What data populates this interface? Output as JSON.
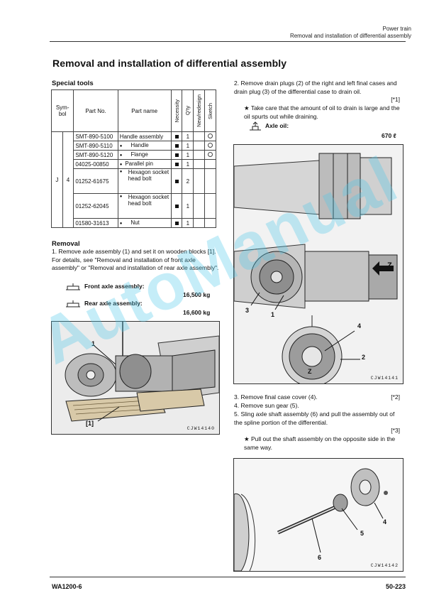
{
  "header": {
    "line1": "Power train",
    "line2": "Removal and installation of differential assembly"
  },
  "title": "Removal and installation of differential assembly",
  "special_tools": {
    "heading": "Special tools",
    "headers": {
      "symbol": "Sym-bol",
      "part_no": "Part No.",
      "part_name": "Part name",
      "necessity": "Necessity",
      "qty": "Q'ty",
      "new_redesign": "New/redesign",
      "sketch": "Sketch"
    },
    "symbol_letter": "J",
    "symbol_number": "4",
    "rows": [
      {
        "part_no": "SMT-890-5100",
        "name": "Handle assembly",
        "bullet": "",
        "necessity": "■",
        "qty": "1",
        "new": "",
        "sketch": "○"
      },
      {
        "part_no": "SMT-890-5110",
        "name": "Handle",
        "bullet": "●",
        "necessity": "■",
        "qty": "1",
        "new": "",
        "sketch": "○"
      },
      {
        "part_no": "SMT-890-5120",
        "name": "Flange",
        "bullet": "●",
        "necessity": "■",
        "qty": "1",
        "new": "",
        "sketch": "○"
      },
      {
        "part_no": "04025-00850",
        "name": "Parallel pin",
        "bullet": "●",
        "necessity": "■",
        "qty": "1",
        "new": "",
        "sketch": ""
      },
      {
        "part_no": "01252-61675",
        "name": "Hexagon socket head bolt",
        "bullet": "●",
        "necessity": "■",
        "qty": "2",
        "new": "",
        "sketch": ""
      },
      {
        "part_no": "01252-62045",
        "name": "Hexagon socket head bolt",
        "bullet": "●",
        "necessity": "■",
        "qty": "1",
        "new": "",
        "sketch": ""
      },
      {
        "part_no": "01580-31613",
        "name": "Nut",
        "bullet": "●",
        "necessity": "■",
        "qty": "1",
        "new": "",
        "sketch": ""
      }
    ]
  },
  "removal": {
    "heading": "Removal",
    "step1": "1.  Remove axle assembly (1) and set it on wooden blocks [1]. For details, see \"Removal and installation of front axle assembly\" or \"Removal and installation of rear axle assembly\".",
    "front_label": "Front axle assembly:",
    "front_weight": "16,500 kg",
    "rear_label": "Rear axle assembly:",
    "rear_weight": "16,600 kg",
    "fig1_caption": "CJW14140",
    "fig1_label_1": "1",
    "fig1_label_block": "[1]"
  },
  "right": {
    "step2": "2.  Remove drain plugs (2) of the right and left final cases and drain plug (3) of the differential case to drain oil.",
    "step2_ref": "[*1]",
    "step2_note": "★  Take care that the amount of oil to drain is large and the oil spurts out while draining.",
    "axle_oil_label": "Axle oil:",
    "axle_oil_value": "670 ℓ",
    "fig2_caption": "CJW14141",
    "fig2_labels": {
      "l3": "3",
      "l1": "1",
      "lz1": "Z",
      "l4": "4",
      "l2": "2",
      "lz2": "Z"
    },
    "step3": "3.  Remove final case cover (4).",
    "step3_ref": "[*2]",
    "step4": "4.  Remove sun gear (5).",
    "step5": "5.  Sling axle shaft assembly (6) and pull the assembly out of the spline portion of the differential.",
    "step5_ref": "[*3]",
    "step5_note": "★  Pull out the shaft assembly on the opposite side in the same way.",
    "fig3_caption": "CJW14142",
    "fig3_labels": {
      "l4": "4",
      "l5": "5",
      "l6": "6"
    }
  },
  "footer": {
    "model": "WA1200-6",
    "page": "50-223"
  },
  "watermark": "AutoManual"
}
